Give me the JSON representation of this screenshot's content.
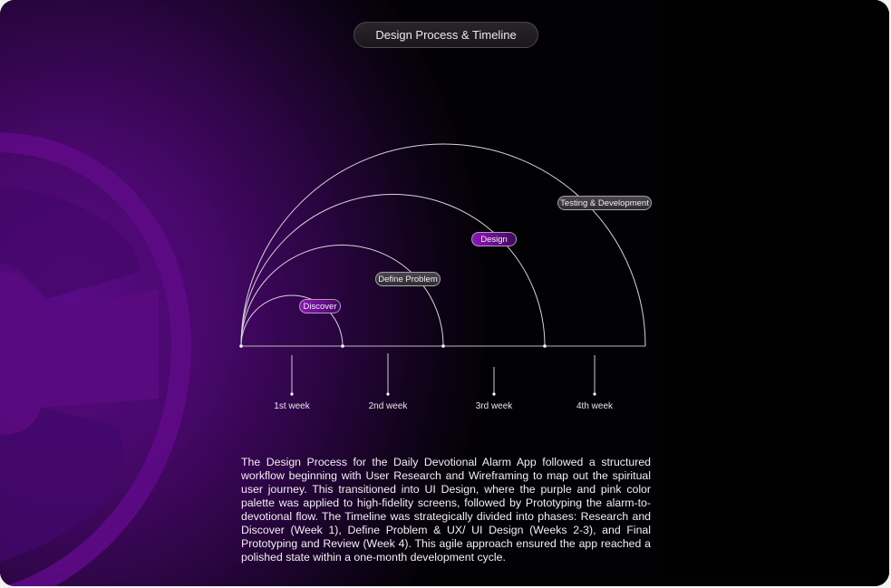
{
  "header": {
    "title": "Design Process & Timeline"
  },
  "diagram": {
    "phases": [
      {
        "label": "Discover",
        "style": "purple"
      },
      {
        "label": "Define Problem",
        "style": "grey"
      },
      {
        "label": "Design",
        "style": "purple"
      },
      {
        "label": "Testing & Development",
        "style": "grey"
      }
    ],
    "weeks": [
      "1st week",
      "2nd week",
      "3rd week",
      "4th week"
    ],
    "colors": {
      "accent": "#8a17b5",
      "line": "#d8d4dc",
      "background": "#020103",
      "glow": "#5a0a86"
    }
  },
  "description": "The Design Process for the Daily Devotional Alarm App followed a structured workflow beginning with User Research and Wireframing to map out the spiritual user journey. This transitioned into UI Design, where the purple and pink color palette was applied to high-fidelity screens, followed by Prototyping the alarm-to-devotional flow. The Timeline was strategically divided into phases: Research and Discover (Week 1), Define Problem & UX/ UI Design (Weeks 2-3), and Final Prototyping and Review (Week 4). This agile approach ensured the app reached a polished state within a one-month development cycle."
}
